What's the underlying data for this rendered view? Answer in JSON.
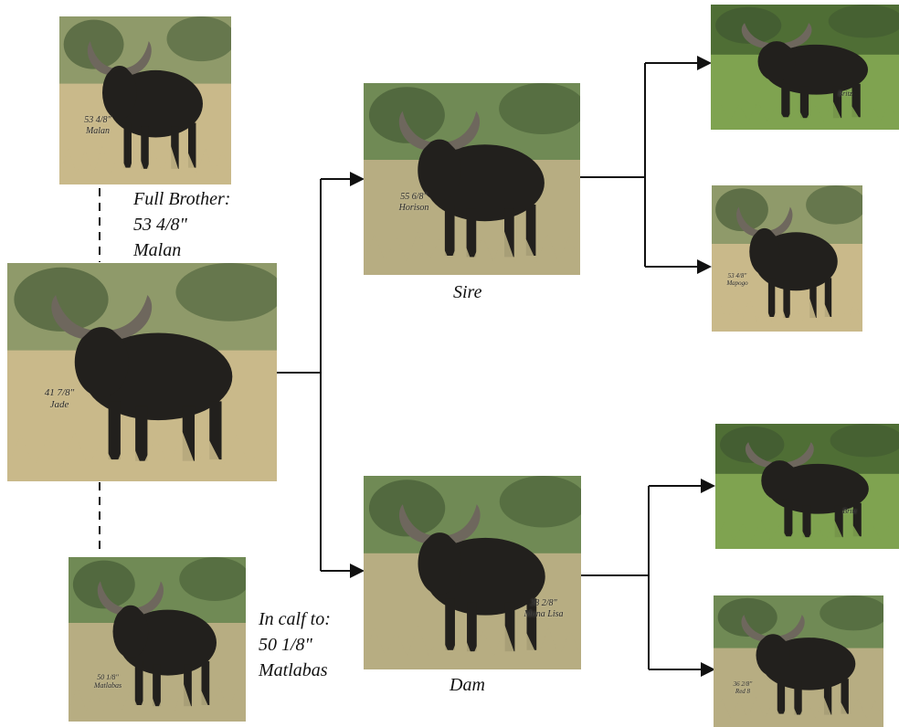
{
  "animals": {
    "malan": {
      "score": "53 4/8\"",
      "name": "Malan"
    },
    "jade": {
      "score": "41 7/8\"",
      "name": "Jade"
    },
    "matlabas": {
      "score": "50 1/8\"",
      "name": "Matlabas"
    },
    "horison": {
      "score": "55 6/8\"",
      "name": "Horison"
    },
    "mona_lisa": {
      "score": "38 2/8\"",
      "name": "Mona Lisa"
    },
    "britz_1": {
      "name": "Britz"
    },
    "mapogo": {
      "score": "53 4/8\"",
      "name": "Mapogo"
    },
    "britz_2": {
      "name": "Britz"
    },
    "red_8": {
      "score": "36 2/8\"",
      "name": "Red 8"
    }
  },
  "labels": {
    "full_brother": {
      "line1": "Full Brother:",
      "line2": "53 4/8\"",
      "line3": "Malan"
    },
    "in_calf_to": {
      "line1": "In calf to:",
      "line2": "50 1/8\"",
      "line3": "Matlabas"
    },
    "sire": "Sire",
    "dam": "Dam"
  },
  "colors": {
    "line": "#111111",
    "grass_dry": "#c9b98a",
    "grass_green": "#7fa350",
    "buffalo": "#22201d",
    "horn": "#6e675d"
  }
}
